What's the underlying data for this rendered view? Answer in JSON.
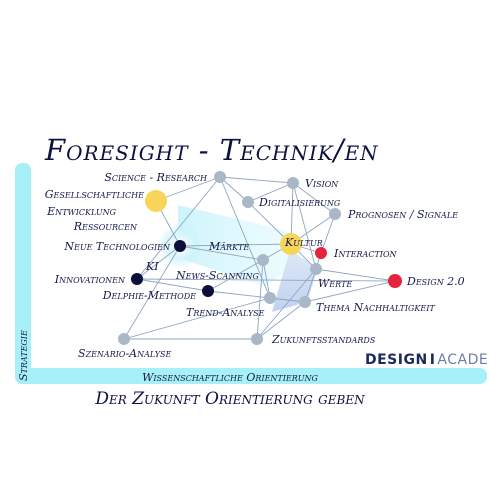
{
  "title": "Foresight - Technik/en",
  "subtitle": "Der Zukunft Orientierung geben",
  "axes": {
    "vertical": "Strategie",
    "horizontal": "Wissenschaftliche Orientierung"
  },
  "logo": {
    "part1": "DESIGN",
    "separator": "I",
    "part2": "ACADE"
  },
  "colors": {
    "axis_bar": "#a8f0f8",
    "node_gray": "#a9b7c6",
    "node_dark": "#0b0f3a",
    "node_yellow": "#f7d45a",
    "node_red": "#e4243c",
    "edge": "#8ea6bf",
    "text": "#141a48"
  },
  "nodes": [
    {
      "id": "science",
      "label": "Science - Research",
      "type": "gray"
    },
    {
      "id": "vision",
      "label": "Vision",
      "type": "gray"
    },
    {
      "id": "digitalisierung",
      "label": "Digitalisierung",
      "type": "gray"
    },
    {
      "id": "prognosen",
      "label": "Prognosen / Signale",
      "type": "gray"
    },
    {
      "id": "gesellschaftliche",
      "label": "Gesellschaftliche Entwicklung",
      "type": "yellow"
    },
    {
      "id": "ressourcen",
      "label": "Ressourcen",
      "type": "label"
    },
    {
      "id": "neue-technologien",
      "label": "Neue Technologien",
      "type": "dark"
    },
    {
      "id": "kultur",
      "label": "Kultur",
      "type": "yellow"
    },
    {
      "id": "interaction",
      "label": "Interaction",
      "type": "red"
    },
    {
      "id": "maerkte",
      "label": "Märkte",
      "type": "label"
    },
    {
      "id": "news-scanning",
      "label": "News-Scanning",
      "type": "gray"
    },
    {
      "id": "ki",
      "label": "KI",
      "type": "label"
    },
    {
      "id": "werte",
      "label": "Werte",
      "type": "gray"
    },
    {
      "id": "innovationen",
      "label": "Innovationen",
      "type": "dark"
    },
    {
      "id": "design20",
      "label": "Design 2.0",
      "type": "red"
    },
    {
      "id": "delphie",
      "label": "Delphie-Methode",
      "type": "dark"
    },
    {
      "id": "trend-analyse",
      "label": "Trend-Analyse",
      "type": "gray"
    },
    {
      "id": "nachhaltigkeit",
      "label": "Thema Nachhaltigkeit",
      "type": "gray"
    },
    {
      "id": "zukunftsstandards",
      "label": "Zukunftsstandards",
      "type": "gray"
    },
    {
      "id": "szenario",
      "label": "Szenario-Analyse",
      "type": "gray"
    }
  ],
  "edges": [
    [
      "science",
      "vision"
    ],
    [
      "science",
      "digitalisierung"
    ],
    [
      "science",
      "gesellschaftliche"
    ],
    [
      "science",
      "trend-analyse"
    ],
    [
      "science",
      "innovationen"
    ],
    [
      "vision",
      "digitalisierung"
    ],
    [
      "vision",
      "prognosen"
    ],
    [
      "vision",
      "werte"
    ],
    [
      "vision",
      "kultur"
    ],
    [
      "digitalisierung",
      "kultur"
    ],
    [
      "prognosen",
      "interaction"
    ],
    [
      "prognosen",
      "kultur"
    ],
    [
      "gesellschaftliche",
      "neue-technologien"
    ],
    [
      "neue-technologien",
      "kultur"
    ],
    [
      "neue-technologien",
      "innovationen"
    ],
    [
      "neue-technologien",
      "news-scanning"
    ],
    [
      "neue-technologien",
      "szenario"
    ],
    [
      "kultur",
      "interaction"
    ],
    [
      "kultur",
      "news-scanning"
    ],
    [
      "kultur",
      "werte"
    ],
    [
      "interaction",
      "werte"
    ],
    [
      "news-scanning",
      "delphie"
    ],
    [
      "news-scanning",
      "trend-analyse"
    ],
    [
      "news-scanning",
      "zukunftsstandards"
    ],
    [
      "werte",
      "nachhaltigkeit"
    ],
    [
      "werte",
      "design20"
    ],
    [
      "werte",
      "zukunftsstandards"
    ],
    [
      "innovationen",
      "delphie"
    ],
    [
      "innovationen",
      "design20"
    ],
    [
      "delphie",
      "nachhaltigkeit"
    ],
    [
      "trend-analyse",
      "nachhaltigkeit"
    ],
    [
      "trend-analyse",
      "szenario"
    ],
    [
      "szenario",
      "zukunftsstandards"
    ],
    [
      "nachhaltigkeit",
      "design20"
    ],
    [
      "nachhaltigkeit",
      "zukunftsstandards"
    ]
  ]
}
